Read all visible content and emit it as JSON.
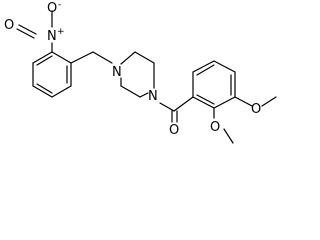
{
  "structure": {
    "atoms": {
      "nitro_N": "N",
      "nitro_plus": "+",
      "nitro_O1": "O",
      "nitro_O2": "O",
      "nitro_minus": "-",
      "piperazine_N1": "N",
      "piperazine_N2": "N",
      "carbonyl_O": "O",
      "methoxy_O1": "O",
      "methoxy_O2": "O"
    }
  }
}
